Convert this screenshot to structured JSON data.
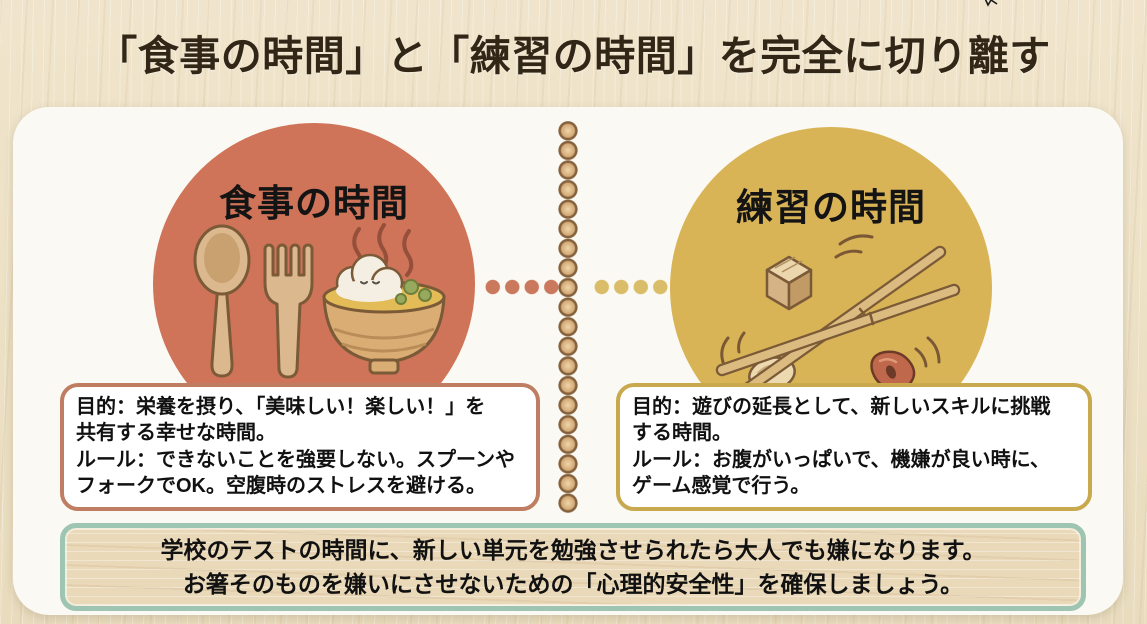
{
  "slide": {
    "title": "「食事の時間」と「練習の時間」を完全に切り離す"
  },
  "meal_section": {
    "circle_title": "食事の時間",
    "details": "目的：栄養を摂り、「美味しい！楽しい！」を\n共有する幸せな時間。\nルール：できないことを強要しない。スプーンや\nフォークでOK。空腹時のストレスを避ける。",
    "accent_color": "#cf7458",
    "box_border_color": "#bf7e62",
    "dot_color": "#cb795d",
    "icons": [
      "spoon-icon",
      "fork-icon",
      "rice-soup-bowl-icon",
      "steam-icon"
    ]
  },
  "practice_section": {
    "circle_title": "練習の時間",
    "details": "目的：遊びの延長として、新しいスキルに挑戦\nする時間。\nルール：お腹がいっぱいで、機嫌が良い時に、\nゲーム感覚で行う。",
    "accent_color": "#d8b457",
    "box_border_color": "#c9a94e",
    "dot_color": "#dabd68",
    "icons": [
      "chopsticks-icon",
      "wooden-cube-icon",
      "bean-icon"
    ]
  },
  "divider": {
    "style": "wooden-bead-string",
    "bead_color": "#d3a977"
  },
  "bottom_note": {
    "text": "学校のテストの時間に、新しい単元を勉強させられたら大人でも嫌になります。\nお箸そのものを嫌いにさせないための「心理的安全性」を確保しましょう。",
    "border_color": "#9ec4b2"
  }
}
